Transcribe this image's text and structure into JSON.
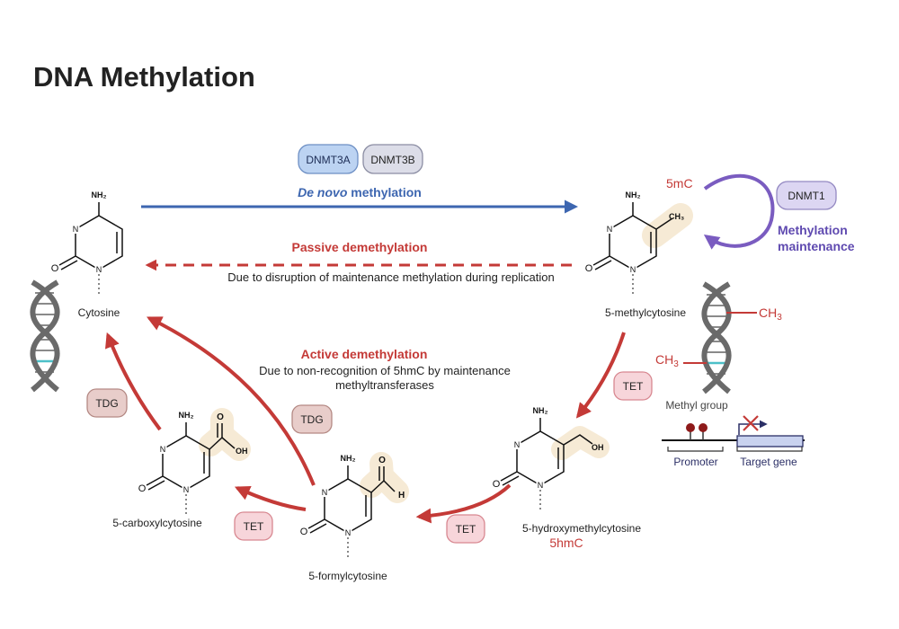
{
  "title": "DNA Methylation",
  "colors": {
    "blue": "#3d66b0",
    "red": "#c43a37",
    "purple": "#7a5cc0",
    "highlight": "#f6ead5",
    "enzyme_blue": "#bcd3f2",
    "enzyme_grey": "#dcdde8",
    "enzyme_purple": "#dcd6f2",
    "enzyme_pink": "#f7d5da",
    "enzyme_brown": "#e8cdca"
  },
  "enzymes": {
    "dnmt3a": "DNMT3A",
    "dnmt3b": "DNMT3B",
    "dnmt1": "DNMT1",
    "tet_1": "TET",
    "tet_2": "TET",
    "tet_3": "TET",
    "tdg_1": "TDG",
    "tdg_2": "TDG"
  },
  "labels": {
    "de_novo_italic": "De novo",
    "de_novo_rest": " methylation",
    "passive_title": "Passive demethylation",
    "passive_desc": "Due to disruption of maintenance methylation during replication",
    "active_title": "Active demethylation",
    "active_desc_1": "Due to non-recognition of 5hmC by maintenance",
    "active_desc_2": "methyltransferases",
    "maintenance_1": "Methylation",
    "maintenance_2": "maintenance",
    "five_mc": "5mC",
    "five_hmc": "5hmC",
    "methyl_group": "Methyl group",
    "ch3": "CH",
    "ch3_sub": "3",
    "promoter": "Promoter",
    "target_gene": "Target gene"
  },
  "molecules": {
    "cytosine": "Cytosine",
    "methylcytosine": "5-methylcytosine",
    "hydroxymethylcytosine": "5-hydroxymethylcytosine",
    "formylcytosine": "5-formylcytosine",
    "carboxylcytosine": "5-carboxylcytosine"
  },
  "atoms": {
    "nh2": "NH₂",
    "n": "N",
    "o": "O",
    "ch3": "CH₃",
    "oh": "OH",
    "h": "H"
  }
}
